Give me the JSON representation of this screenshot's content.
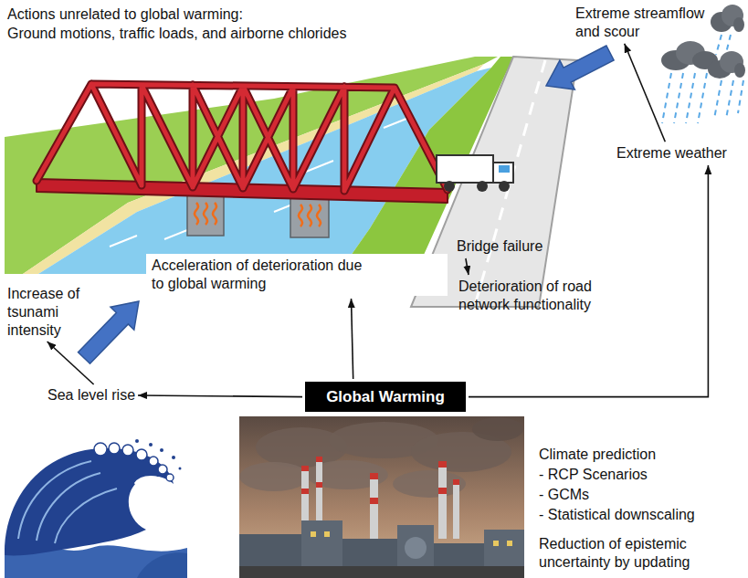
{
  "diagram": {
    "nodes": [
      {
        "text": [
          "Global Warming"
        ]
      },
      {
        "text": [
          "Sea level rise"
        ]
      },
      {
        "text": [
          "Increase of tsunami intensity"
        ]
      },
      {
        "text": [
          "Acceleration of deterioration due to global warming"
        ]
      },
      {
        "text": [
          "Extreme weather"
        ]
      },
      {
        "text": [
          "Extreme streamflow and scour"
        ]
      },
      {
        "text": [
          "Bridge failure"
        ]
      },
      {
        "text": [
          "Deterioration of road network functionality"
        ]
      }
    ],
    "edges": [
      {
        "from": 0,
        "to": 1,
        "arrow": "to"
      },
      {
        "from": 1,
        "to": 2,
        "arrow": "to"
      },
      {
        "from": 0,
        "to": 3,
        "arrow": "to"
      },
      {
        "from": 0,
        "to": 4,
        "arrow": "to"
      },
      {
        "from": 4,
        "to": 5,
        "arrow": "to"
      },
      {
        "from": 6,
        "to": 7,
        "arrow": "to"
      }
    ],
    "labels": [
      "Actions unrelated to global warming:",
      "Ground motions, traffic loads, and airborne chlorides",
      "Climate prediction",
      "- RCP Scenarios",
      "- GCMs",
      "- Statistical downscaling",
      "Reduction of epistemic uncertainty by updating"
    ]
  }
}
